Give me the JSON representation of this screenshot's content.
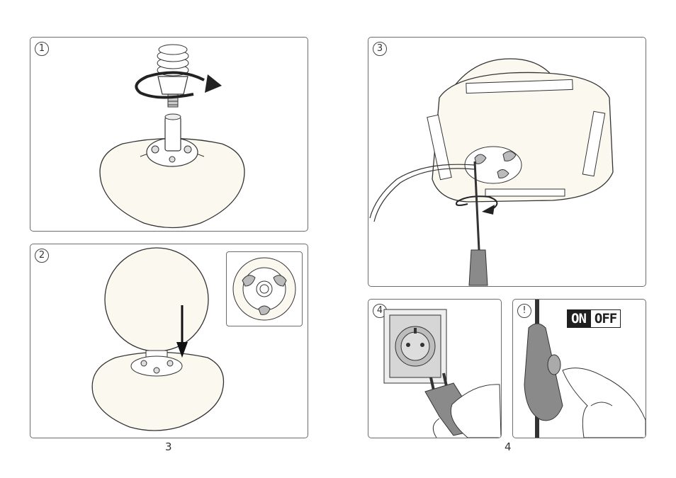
{
  "panels": [
    {
      "step_label": "1",
      "illustration": "bulb-screw-icon"
    },
    {
      "step_label": "2",
      "illustration": "globe-mount-icon"
    },
    {
      "step_label": "3",
      "illustration": "screwdriver-fix-icon"
    },
    {
      "step_label": "4",
      "illustration": "plug-socket-icon"
    },
    {
      "step_label": "!",
      "illustration": "switch-press-icon"
    }
  ],
  "switch_labels": {
    "on": "ON",
    "off": "OFF"
  },
  "page_numbers": {
    "left": "3",
    "right": "4"
  },
  "colors": {
    "line": "#333333",
    "fill": "#fbf8ef",
    "shade": "#8a8a8a",
    "panel_border": "#6d6d6d"
  }
}
